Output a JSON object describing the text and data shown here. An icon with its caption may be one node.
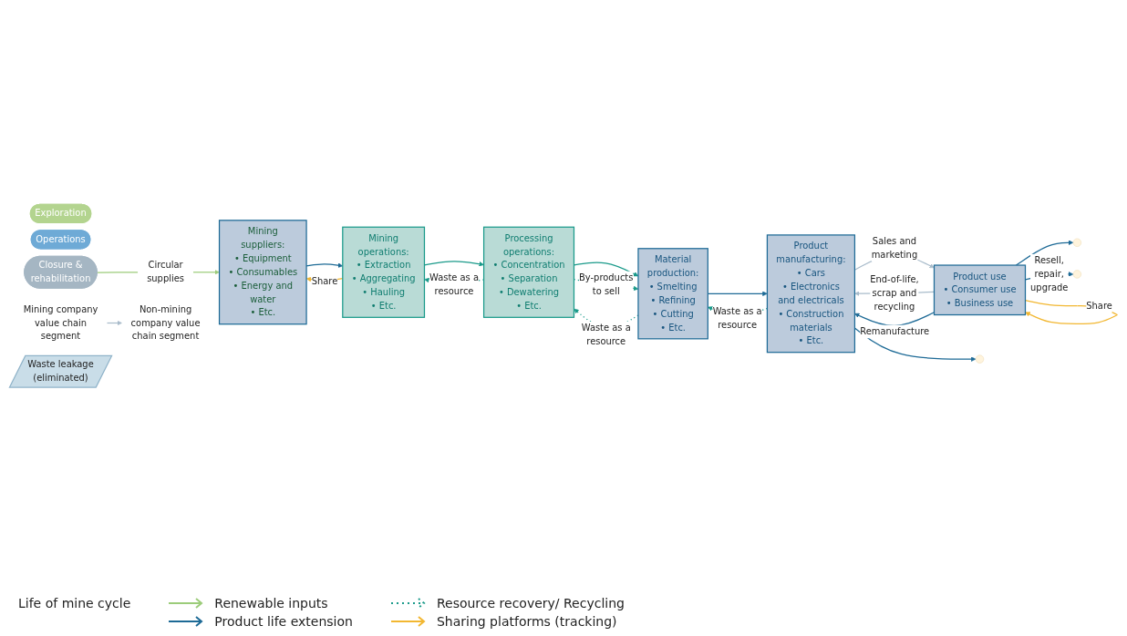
{
  "diagram": {
    "nodes": [
      {
        "text": [
          "Exploration"
        ]
      },
      {
        "text": [
          "Operations"
        ]
      },
      {
        "text": [
          "Closure & rehabilitation"
        ]
      },
      {
        "text": [
          "Mining suppliers:",
          "• Equipment",
          "• Consumables",
          "• Energy and water",
          "• Etc."
        ]
      },
      {
        "text": [
          "Mining operations:",
          "• Extraction",
          "• Aggregating",
          "• Hauling",
          "• Etc."
        ]
      },
      {
        "text": [
          "Processing operations:",
          "• Concentration",
          "• Separation",
          "• Dewatering",
          "• Etc."
        ]
      },
      {
        "text": [
          "Material production:",
          "• Smelting",
          "• Refining",
          "• Cutting",
          "• Etc."
        ]
      },
      {
        "text": [
          "Product manufacturing:",
          "• Cars",
          "• Electronics and electricals",
          "• Construction materials",
          "• Etc."
        ]
      },
      {
        "text": [
          "Product use",
          "• Consumer use",
          "• Business use"
        ]
      },
      {
        "text": [
          "Circular supplies"
        ]
      },
      {
        "text": [
          "Mining company value chain segment"
        ]
      },
      {
        "text": [
          "Non-mining company value chain segment"
        ]
      },
      {
        "text": [
          "Waste leakage (eliminated)"
        ]
      }
    ],
    "edges": [
      {
        "from": 9,
        "to": 3,
        "arrow": "to",
        "color": "#9ccc7a"
      },
      {
        "from": 2,
        "to": 9,
        "arrow": "none",
        "color": "#9ccc7a"
      },
      {
        "from": 3,
        "to": 4,
        "arrow": "to"
      },
      {
        "from": 4,
        "to": 5,
        "arrow": "to",
        "color": "#1a9a8a"
      },
      {
        "from": 5,
        "to": 6,
        "arrow": "to",
        "color": "#1a9a8a"
      },
      {
        "from": 6,
        "to": 7,
        "arrow": "to"
      },
      {
        "from": 7,
        "to": null,
        "arrow": "to"
      },
      {
        "from": 4,
        "to": 3,
        "arrow": "to",
        "label": "Share",
        "color": "#f2b731"
      },
      {
        "from": 10,
        "to": 11,
        "arrow": "to",
        "color": "#a9bccb"
      },
      {
        "from": 5,
        "to": 6,
        "arrow": "to",
        "label": "By-products to sell",
        "style": "dashed",
        "color": "#1a9a8a"
      },
      {
        "from": 5,
        "to": 4,
        "arrow": "to",
        "label": "Waste as a resource",
        "style": "dashed",
        "color": "#1a9a8a"
      },
      {
        "from": 6,
        "to": 5,
        "arrow": "to",
        "label": "Waste as a resource",
        "style": "dashed",
        "color": "#1a9a8a"
      },
      {
        "from": 7,
        "to": 6,
        "arrow": "to",
        "label": "Waste as a resource",
        "style": "dashed",
        "color": "#1a9a8a"
      },
      {
        "from": 7,
        "to": 8,
        "arrow": "to",
        "label": "Sales and marketing",
        "color": "#a9bccb"
      },
      {
        "from": 8,
        "to": null,
        "arrow": "to"
      },
      {
        "from": 8,
        "to": 7,
        "arrow": "to",
        "label": "End-of-life, scrap and recycling",
        "color": "#a9bccb"
      },
      {
        "from": 8,
        "to": 7,
        "arrow": "to",
        "label": "Remanufacture"
      },
      {
        "from": 8,
        "to": null,
        "arrow": "to",
        "label": "Resell, repair, upgrade"
      },
      {
        "from": 8,
        "to": 8,
        "arrow": "to",
        "label": "Share",
        "color": "#f2b731"
      }
    ],
    "labels": [
      "Life of mine cycle"
    ],
    "legend": [
      {
        "text": "Renewable inputs"
      },
      {
        "text": "Resource recovery/ Recycling"
      },
      {
        "text": "Product life extension"
      },
      {
        "text": "Sharing platforms (tracking)"
      }
    ]
  }
}
